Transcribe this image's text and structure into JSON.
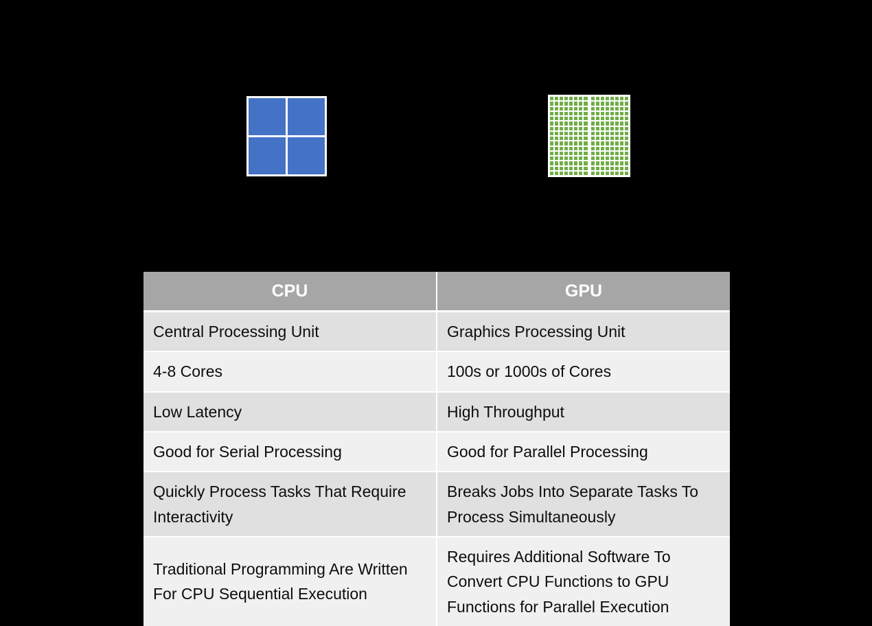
{
  "slide": {
    "background_color": "#000000"
  },
  "diagrams": {
    "cpu": {
      "name": "cpu-core-diagram",
      "core_color": "#4472c4",
      "frame_color": "#ffffff",
      "columns": 2,
      "rows": 2,
      "core_count": 4
    },
    "gpu": {
      "name": "gpu-core-diagram",
      "core_color": "#70ad47",
      "frame_color": "#ffffff",
      "halves": 2,
      "columns_per_half": 8,
      "rows": 16,
      "core_count": 256
    }
  },
  "table": {
    "header_background": "#a6a6a6",
    "header_text_color": "#ffffff",
    "row_band_dark": "#e0e0e0",
    "row_band_light": "#f0f0f0",
    "headers": [
      "CPU",
      "GPU"
    ],
    "rows": [
      [
        "Central Processing Unit",
        "Graphics Processing Unit"
      ],
      [
        "4-8 Cores",
        "100s or 1000s of Cores"
      ],
      [
        "Low Latency",
        "High Throughput"
      ],
      [
        "Good for Serial Processing",
        "Good for Parallel Processing"
      ],
      [
        "Quickly Process Tasks That Require Interactivity",
        "Breaks Jobs Into Separate Tasks To Process Simultaneously"
      ],
      [
        "Traditional Programming Are Written For CPU Sequential Execution",
        "Requires Additional Software To Convert CPU Functions to GPU Functions for Parallel Execution"
      ]
    ]
  }
}
